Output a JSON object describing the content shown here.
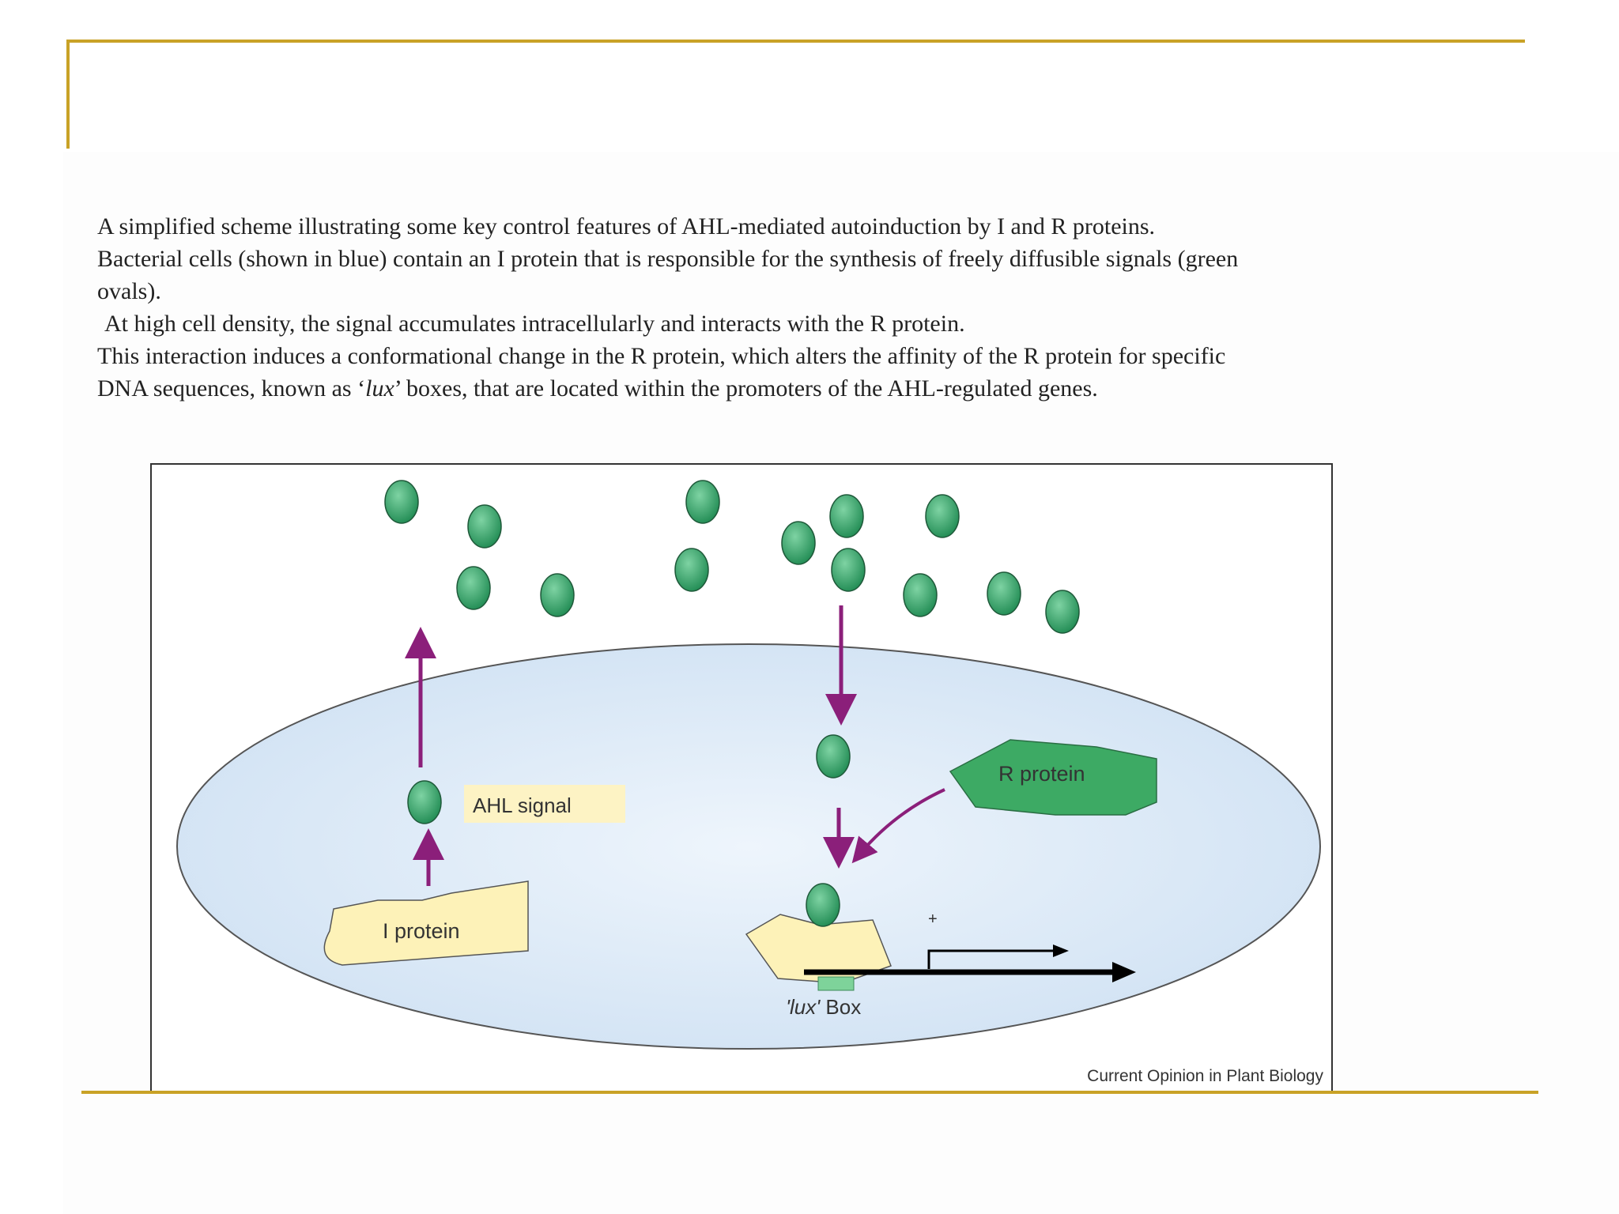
{
  "slide": {
    "caption": {
      "line1": "A simplified scheme illustrating some key control features of AHL-mediated autoinduction by I and R proteins.",
      "line2": "Bacterial cells (shown in blue) contain an I protein that is responsible for the synthesis of freely diffusible signals (green",
      "line3": "ovals).",
      "line4": "At high cell density, the signal accumulates intracellularly and interacts with the R protein.",
      "line5": "This interaction induces a conformational change in the R protein, which alters the affinity of the R protein for specific",
      "line6_pre": "DNA sequences, known as ‘",
      "line6_em": "lux",
      "line6_post": "’ boxes, that are located within the promoters of the AHL-regulated genes."
    },
    "colors": {
      "frame_gold": "#c9a227",
      "cell_blue": "#dceaf7",
      "signal_green": "#2e9e62",
      "protein_yellow": "#fdf2b8",
      "r_protein_green": "#3daa64",
      "arrow_purple": "#8b1f7a"
    }
  },
  "diagram": {
    "ahl_label": "AHL signal",
    "i_protein_label": "I protein",
    "r_protein_label": "R protein",
    "lux_box_em": "'lux'",
    "lux_box_rest": " Box",
    "plus_sign": "+",
    "credit": "Current Opinion in Plant Biology"
  }
}
